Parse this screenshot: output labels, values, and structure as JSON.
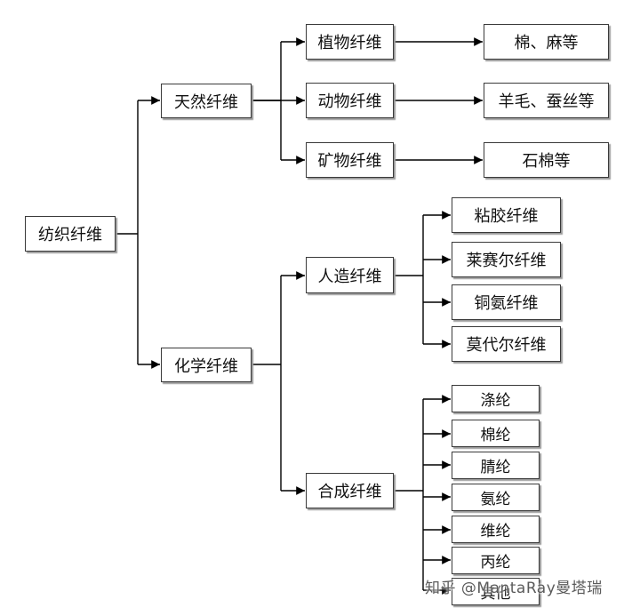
{
  "diagram": {
    "root": "纺织纤维",
    "natural": {
      "label": "天然纤维",
      "plant": "植物纤维",
      "plant_examples": "棉、麻等",
      "animal": "动物纤维",
      "animal_examples": "羊毛、蚕丝等",
      "mineral": "矿物纤维",
      "mineral_examples": "石棉等"
    },
    "chemical": {
      "label": "化学纤维",
      "manmade": "人造纤维",
      "manmade_items": [
        "粘胶纤维",
        "莱赛尔纤维",
        "铜氨纤维",
        "莫代尔纤维"
      ],
      "synthetic": "合成纤维",
      "synthetic_items": [
        "涤纶",
        "棉纶",
        "腈纶",
        "氨纶",
        "维纶",
        "丙纶",
        "其他"
      ]
    }
  },
  "watermark": "知乎 @MantaRay曼塔瑞",
  "colors": {
    "line": "#000000",
    "border": "#3a3a3a",
    "shadow": "#9a9a9a"
  }
}
